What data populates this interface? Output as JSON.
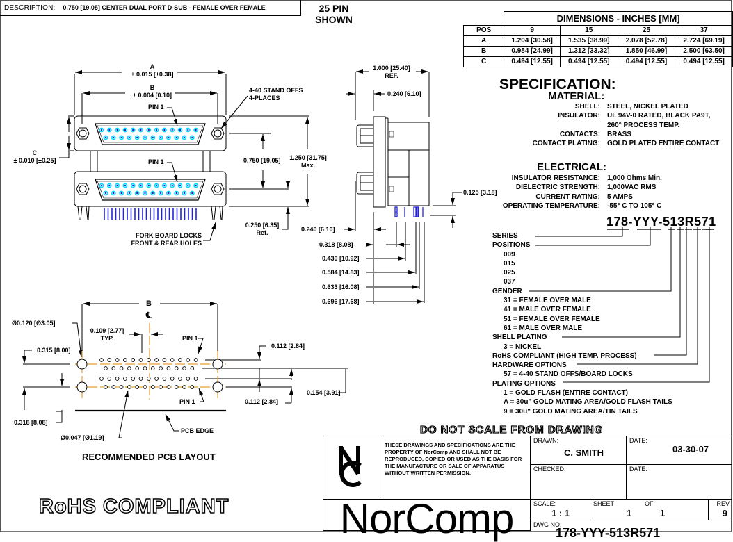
{
  "header": {
    "description_label": "DESCRIPTION:",
    "description_value": "0.750 [19.05] CENTER DUAL PORT D-SUB - FEMALE OVER FEMALE",
    "pins_shown_line1": "25 PIN",
    "pins_shown_line2": "SHOWN"
  },
  "dimensions_table": {
    "title": "DIMENSIONS - INCHES [MM]",
    "columns": [
      "POS",
      "9",
      "15",
      "25",
      "37"
    ],
    "rows": [
      {
        "pos": "A",
        "values": [
          "1.204 [30.58]",
          "1.535 [38.99]",
          "2.078 [52.78]",
          "2.724 [69.19]"
        ]
      },
      {
        "pos": "B",
        "values": [
          "0.984 [24.99]",
          "1.312 [33.32]",
          "1.850 [46.99]",
          "2.500 [63.50]"
        ]
      },
      {
        "pos": "C",
        "values": [
          "0.494 [12.55]",
          "0.494 [12.55]",
          "0.494 [12.55]",
          "0.494 [12.55]"
        ]
      }
    ]
  },
  "specification": {
    "title": "SPECIFICATION:",
    "material_title": "MATERIAL:",
    "material": [
      {
        "key": "SHELL:",
        "value": "STEEL, NICKEL PLATED"
      },
      {
        "key": "INSULATOR:",
        "value": "UL 94V-0 RATED, BLACK PA9T,"
      },
      {
        "key": "",
        "value": "260° PROCESS TEMP."
      },
      {
        "key": "CONTACTS:",
        "value": "BRASS"
      },
      {
        "key": "CONTACT PLATING:",
        "value": "GOLD PLATED ENTIRE CONTACT"
      }
    ],
    "electrical_title": "ELECTRICAL:",
    "electrical": [
      {
        "key": "INSULATOR RESISTANCE:",
        "value": "1,000 Ohms Min."
      },
      {
        "key": "DIELECTRIC STRENGTH:",
        "value": "1,000VAC RMS"
      },
      {
        "key": "CURRENT RATING:",
        "value": "5 AMPS"
      },
      {
        "key": "OPERATING TEMPERATURE:",
        "value": "-55° C TO 105° C"
      }
    ]
  },
  "part_number": {
    "value": "178-YYY-513R571",
    "legend": [
      {
        "text": "SERIES",
        "indent": false
      },
      {
        "text": "POSITIONS",
        "indent": false
      },
      {
        "text": "009",
        "indent": true
      },
      {
        "text": "015",
        "indent": true
      },
      {
        "text": "025",
        "indent": true
      },
      {
        "text": "037",
        "indent": true
      },
      {
        "text": "GENDER",
        "indent": false
      },
      {
        "text": "31 = FEMALE OVER MALE",
        "indent": true
      },
      {
        "text": "41 = MALE OVER FEMALE",
        "indent": true
      },
      {
        "text": "51 = FEMALE OVER FEMALE",
        "indent": true
      },
      {
        "text": "61 = MALE OVER MALE",
        "indent": true
      },
      {
        "text": "SHELL PLATING",
        "indent": false
      },
      {
        "text": "3 = NICKEL",
        "indent": true
      },
      {
        "text": "RoHS COMPLIANT (HIGH TEMP. PROCESS)",
        "indent": false
      },
      {
        "text": "HARDWARE OPTIONS",
        "indent": false
      },
      {
        "text": "57 = 4-40 STAND OFFS/BOARD LOCKS",
        "indent": true
      },
      {
        "text": "PLATING OPTIONS",
        "indent": false
      },
      {
        "text": "1 = GOLD FLASH (ENTIRE CONTACT)",
        "indent": true
      },
      {
        "text": "A = 30u\" GOLD MATING AREA/GOLD FLASH TAILS",
        "indent": true
      },
      {
        "text": "9 = 30u\" GOLD MATING AREA/TIN TAILS",
        "indent": true
      }
    ]
  },
  "front_view": {
    "dim_a_label": "A",
    "dim_a_tol": "± 0.015 [±0.38]",
    "dim_b_label": "B",
    "dim_b_tol": "± 0.004 [0.10]",
    "dim_c_label": "C",
    "dim_c_tol": "± 0.010 [±0.25]",
    "standoffs_line1": "4-40 STAND OFFS",
    "standoffs_line2": "4-PLACES",
    "pin1_top": "PIN 1",
    "pin1_bottom": "PIN 1",
    "center_dim": "0.750 [19.05]",
    "max_dim_line1": "1.250 [31.75]",
    "max_dim_line2": "Max.",
    "ref_dim_line1": "0.250 [6.35]",
    "ref_dim_line2": "Ref.",
    "boardlocks_line1": "FORK BOARD LOCKS",
    "boardlocks_line2": "FRONT & REAR HOLES"
  },
  "side_view": {
    "depth_line1": "1.000 [25.40]",
    "depth_line2": "REF.",
    "flange": "0.240 [6.10]",
    "standoff": "0.125 [3.18]",
    "bottom_dims": [
      "0.240 [6.10]",
      "0.318 [8.08]",
      "0.430 [10.92]",
      "0.584 [14.83]",
      "0.633 [16.08]",
      "0.696 [17.68]"
    ]
  },
  "pcb_layout": {
    "title": "RECOMMENDED PCB LAYOUT",
    "dim_b": "B",
    "centerline": "℄",
    "mount_hole": "Ø0.120 [Ø3.05]",
    "pitch_line1": "0.109 [2.77]",
    "pitch_line2": "TYP.",
    "pin1_top": "PIN 1",
    "pin1_bottom": "PIN 1",
    "offset_top": "0.315 [8.00]",
    "offset_bottom": "0.318 [8.08]",
    "row_spacing_top": "0.112 [2.84]",
    "row_spacing_bottom": "0.112 [2.84]",
    "port_gap": "0.154 [3.91]",
    "pin_hole": "Ø0.047 [Ø1.19]",
    "pcb_edge": "PCB EDGE"
  },
  "notices": {
    "do_not_scale": "DO NOT SCALE FROM DRAWING",
    "rohs": "RoHS COMPLIANT"
  },
  "title_block": {
    "logo": "NC",
    "notice": "THESE DRAWINGS AND SPECIFICATIONS ARE THE PROPERTY OF NorComp AND SHALL NOT BE REPRODUCED, COPIED OR USED AS THE BASIS FOR THE MANUFACTURE OR SALE OF APPARATUS WITHOUT WRITTEN PERMISSION.",
    "company": "NorComp",
    "drawn_label": "DRAWN:",
    "drawn_value": "C. SMITH",
    "date_label": "DATE:",
    "date_value": "03-30-07",
    "checked_label": "CHECKED:",
    "checked_value": "",
    "date2_label": "DATE:",
    "date2_value": "",
    "scale_label": "SCALE:",
    "scale_value": "1 : 1",
    "sheet_label": "SHEET",
    "sheet_value": "1",
    "of_label": "OF",
    "of_value": "1",
    "rev_label": "REV",
    "rev_value": "9",
    "dwg_label": "DWG  NO.",
    "dwg_value": "178-YYY-513R571"
  },
  "colors": {
    "pin_blue": "#2222dd",
    "pin_cyan": "#00d8ff",
    "centerline_orange": "#e8a030"
  }
}
